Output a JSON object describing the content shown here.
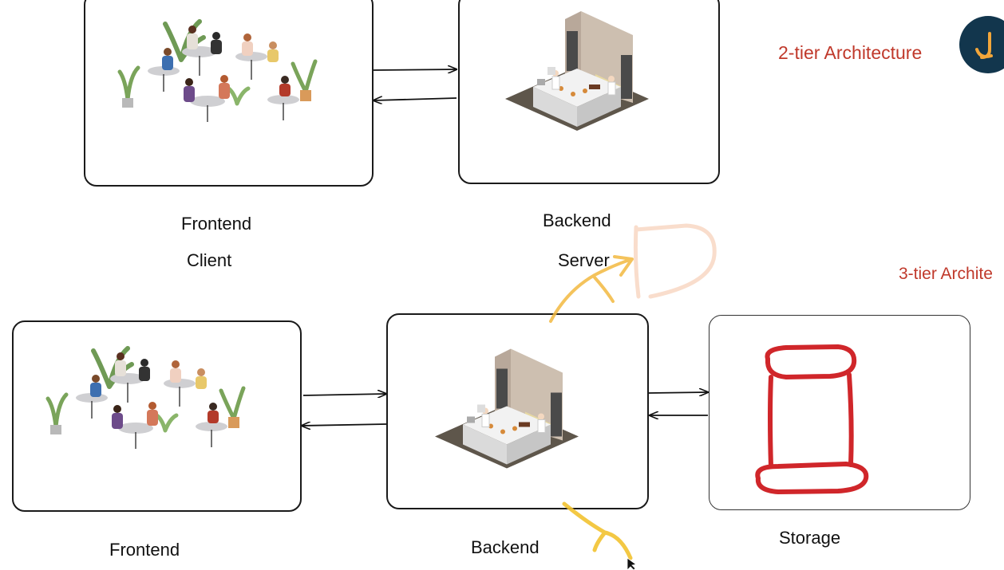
{
  "colors": {
    "title": "#c0392b",
    "storage_sketch": "#d0262a",
    "annotation": "#f2b840",
    "logo_bg": "#12364d",
    "logo_mark": "#f2a63a"
  },
  "top_diagram": {
    "title": "2-tier Architecture",
    "client": {
      "label_1": "Frontend",
      "label_2": "Client",
      "illustration_icon": "cafe-diners-illustration"
    },
    "server": {
      "label_1": "Backend",
      "label_2": "Server",
      "illustration_icon": "isometric-kitchen-illustration"
    }
  },
  "bottom_diagram": {
    "title": "3-tier Archite",
    "frontend": {
      "label": "Frontend",
      "illustration_icon": "cafe-diners-illustration"
    },
    "backend": {
      "label": "Backend",
      "illustration_icon": "isometric-kitchen-illustration"
    },
    "storage": {
      "label": "Storage",
      "sketch_icon": "database-cylinder-sketch"
    }
  },
  "logo": {
    "icon": "brand-logo-icon"
  }
}
